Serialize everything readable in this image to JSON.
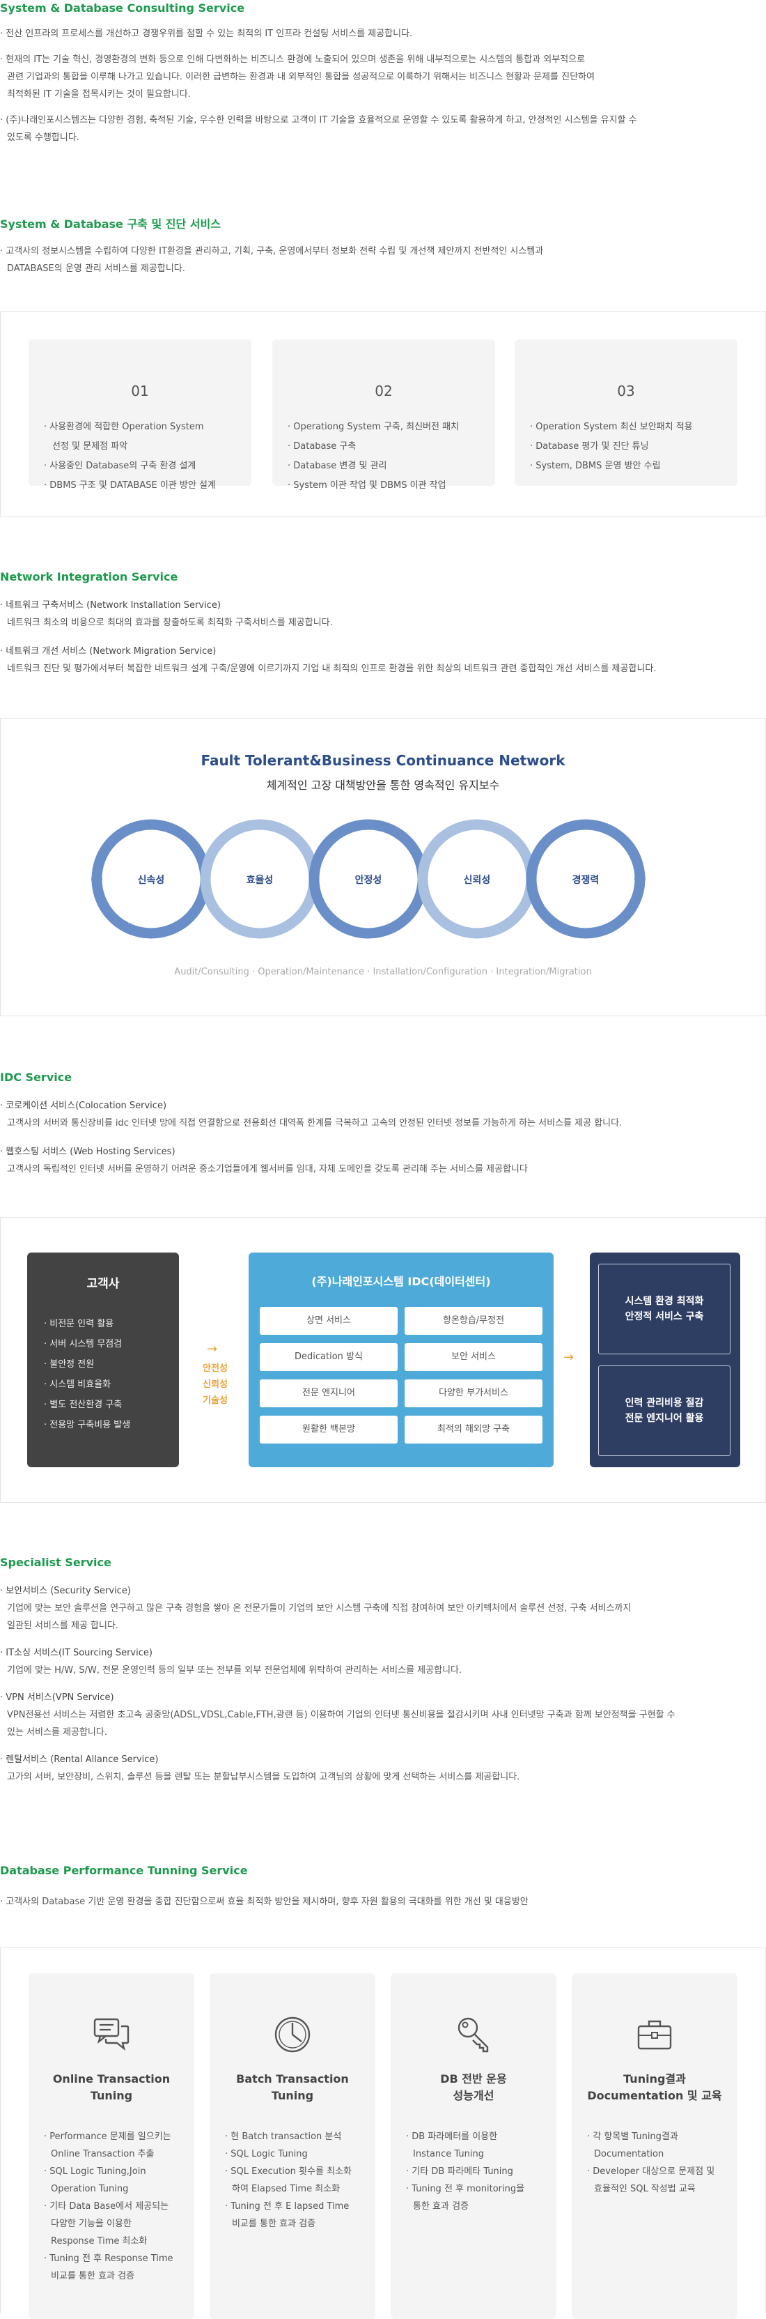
{
  "sysdb_consulting": {
    "title": "System & Database Consulting Service",
    "paras": [
      "· 전산 인프라의 프로세스를 개선하고 경쟁우위를 점할 수 있는 최적의 IT 인프라 컨설팅 서비스를 제공합니다.",
      "· 현재의 IT는 기술 혁신, 경영환경의 변화 등으로 인해 다변화하는 비즈니스 환경에 노출되어 있으며 생존을 위해 내부적으로는 시스템의 통합과 외부적으로",
      "관련 기업과의 통합을 이루해 나가고 있습니다. 이러한 급변하는 환경과 내 외부적인 통합을 성공적으로 이룩하기 위해서는 비즈니스 현황과 문제를 진단하여",
      "최적화된 IT 기술을 접목시키는 것이 필요합니다.",
      "· (주)나래인포시스템즈는 다양한 경험, 축적된 기술, 우수한 인력을 바탕으로 고객이 IT 기술을 효율적으로 운영할 수 있도록 활용하게 하고, 안정적인 시스템을 유지할 수",
      "있도록 수행합니다."
    ]
  },
  "sysdb_build": {
    "title": "System & Database 구축 및 진단 서비스",
    "paras": [
      "· 고객사의 정보시스템을 수립하여 다양한 IT환경을 관리하고, 기획, 구축, 운영에서부터 정보화 전략 수립 및 개선책 제안까지 전반적인 시스템과",
      "DATABASE의 운영 관리 서비스를 제공합니다."
    ],
    "cards": [
      {
        "num": "01",
        "items": [
          "사용환경에 적합한 Operation System",
          "선정 및 문제점 파악",
          "사용중인 Database의 구축 환경 설계",
          "DBMS 구조 및 DATABASE 이관 방안 설계"
        ]
      },
      {
        "num": "02",
        "items": [
          "Operationg System 구축, 최신버전 패치",
          "Database 구축",
          "Database 변경 및 관리",
          "System 이관 작업 및 DBMS 이관 작업"
        ]
      },
      {
        "num": "03",
        "items": [
          "Operation System 최신 보안패치 적용",
          "Database 평가 및 진단 튜닝",
          "System, DBMS 운영 방안 수립"
        ]
      }
    ]
  },
  "network": {
    "title": "Network Integration Service",
    "item1_title": "· 네트워크 구축서비스 (Network Installation Service)",
    "item1_desc": "네트워크 최소의 비용으로 최대의 효과를 창출하도록 최적화 구축서비스를 제공합니다.",
    "item2_title": "· 네트워크 개선 서비스 (Network Migration Service)",
    "item2_desc": "네트워크 진단 및 평가에서부터 복잡한 네트워크 설계 구축/운영에 이르기까지 기업 내 최적의 인프로 환경을 위한 최상의 네트워크 관련 종합적인 개선 서비스를 제공합니다.",
    "diagram_title": "Fault Tolerant&Business Continuance Network",
    "diagram_subtitle": "체계적인 고장 대책방안을 통한 영속적인 유지보수",
    "rings": [
      "신속성",
      "효율성",
      "안정성",
      "신뢰성",
      "경쟁력"
    ],
    "footer": "Audit/Consulting · Operation/Maintenance · Installation/Configuration · Integration/Migration",
    "colors": {
      "dark": "#6a8ec8",
      "light": "#a9c0e0",
      "title": "#2d4d8b"
    }
  },
  "idc": {
    "title": "IDC Service",
    "item1_title": "· 코로케이션 서비스(Colocation Service)",
    "item1_desc": "고객사의 서버와 통신장비를 idc 인터넷 망에 직접 연결함으로 전용회선 대역폭 한계를 극복하고 고속의 안정된 인터넷 정보를 가능하게 하는 서비스를 제공 합니다.",
    "item2_title": "· 웹호스팅 서비스 (Web Hosting Services)",
    "item2_desc": "고객사의 독립적인 인터넷 서버를 운영하기 어려운 중소기업들에게 웹서버를 임대, 자체 도메인을 갖도록 관리해 주는 서비스를 제공합니다",
    "customer_title": "고객사",
    "customer_items": [
      "비전문 인력 활용",
      "서버 시스템 무점검",
      "불안정 전원",
      "시스템 비효율화",
      "별도 전산환경 구축",
      "전용망 구축비용 발생"
    ],
    "mid_label": [
      "안전성",
      "신뢰성",
      "기술성"
    ],
    "center_title": "(주)나래인포시스템 IDC(데이터센터)",
    "chips": [
      "상면 서비스",
      "항온항습/무정전",
      "Dedication 방식",
      "보안 서비스",
      "전문 엔지니어",
      "다양한 부가서비스",
      "원활한 백본망",
      "최적의 해외망 구축"
    ],
    "result_box1": [
      "시스템 환경 최적화",
      "안정적 서비스 구축"
    ],
    "result_box2": [
      "인력 관리비용 절감",
      "전문 엔지니어 활용"
    ],
    "colors": {
      "customer": "#434343",
      "center": "#4eaad8",
      "result": "#2e3d62",
      "accent": "#e8a33a"
    }
  },
  "specialist": {
    "title": "Specialist Service",
    "items": [
      {
        "title": "· 보안서비스 (Security Service)",
        "desc": [
          "기업에 맞는 보안 솔루션을 연구하고 많은 구축 경험을 쌓아 온 전문가들이 기업의 보안 시스템 구축에 직접 참여하여 보안 아키텍처에서 솔루션 선정, 구축 서비스까지",
          "일관된 서비스를 제공 합니다."
        ]
      },
      {
        "title": "· IT소싱 서비스(IT Sourcing Service)",
        "desc": [
          "기업에 맞는 H/W, S/W, 전문 운영인력 등의 일부 또는 전부를 외부 전문업체에 위탁하여 관리하는 서비스를 제공합니다."
        ]
      },
      {
        "title": "· VPN 서비스(VPN Service)",
        "desc": [
          "VPN전용선 서비스는 저렴한 초고속 공중망(ADSL,VDSL,Cable,FTH,광랜 등) 이용하여 기업의 인터넷 통신비용을 절감시키며 사내 인터넷망 구축과 함께 보안정책을 구현할 수",
          "있는 서비스를 제공합니다."
        ]
      },
      {
        "title": "· 렌탈서비스 (Rental Allance Service)",
        "desc": [
          "고가의 서버, 보안장비, 스위치, 솔루션 등을 렌탈 또는 분할납부시스템을 도입하여 고객님의 상황에 맞게 선택하는 서비스를 제공합니다."
        ]
      }
    ]
  },
  "dbperf": {
    "title": "Database Performance Tunning Service",
    "para": "· 고객사의 Database 기반 운영 환경을 종합 진단함으로써 효율 최적화 방안을 제시하며, 향후 자원 활용의 극대화를 위한 개선 및 대응방안",
    "cards": [
      {
        "icon": "chat-bubbles-icon",
        "title": [
          "Online Transaction",
          "Tuning"
        ],
        "items": [
          [
            "Performance 문제를 일으키는",
            "Online Transaction 추출"
          ],
          [
            "SQL Logic Tuning,Join",
            "Operation Tuning"
          ],
          [
            "기타 Data Base에서 제공되는",
            "다양한 기능을 이용한",
            "Response Time 최소화"
          ],
          [
            "Tuning 전 후 Response Time",
            "비교를 통한 효과 검증"
          ]
        ]
      },
      {
        "icon": "clock-icon",
        "title": [
          "Batch Transaction",
          "Tuning"
        ],
        "items": [
          [
            "현 Batch transaction 분석"
          ],
          [
            "SQL Logic Tuning"
          ],
          [
            "SQL Execution 횟수를 최소화",
            "하여 Elapsed Time 최소화"
          ],
          [
            "Tuning 전 후 E lapsed Time",
            "비교를 통한 효과 검증"
          ]
        ]
      },
      {
        "icon": "key-icon",
        "title": [
          "DB 전반 운용",
          "성능개선"
        ],
        "items": [
          [
            "DB 파라메터를 이용한",
            "Instance Tuning"
          ],
          [
            "기타 DB 파라메타 Tuning"
          ],
          [
            "Tuning 전 후 monitoring을",
            "통한 효과 검증"
          ]
        ]
      },
      {
        "icon": "briefcase-icon",
        "title": [
          "Tuning결과",
          "Documentation 및 교육"
        ],
        "items": [
          [
            "각 항목별 Tuning결과",
            "Documentation"
          ],
          [
            "Developer 대상으로 문제점 및",
            "효율적인 SQL 작성법 교육"
          ]
        ]
      }
    ]
  }
}
